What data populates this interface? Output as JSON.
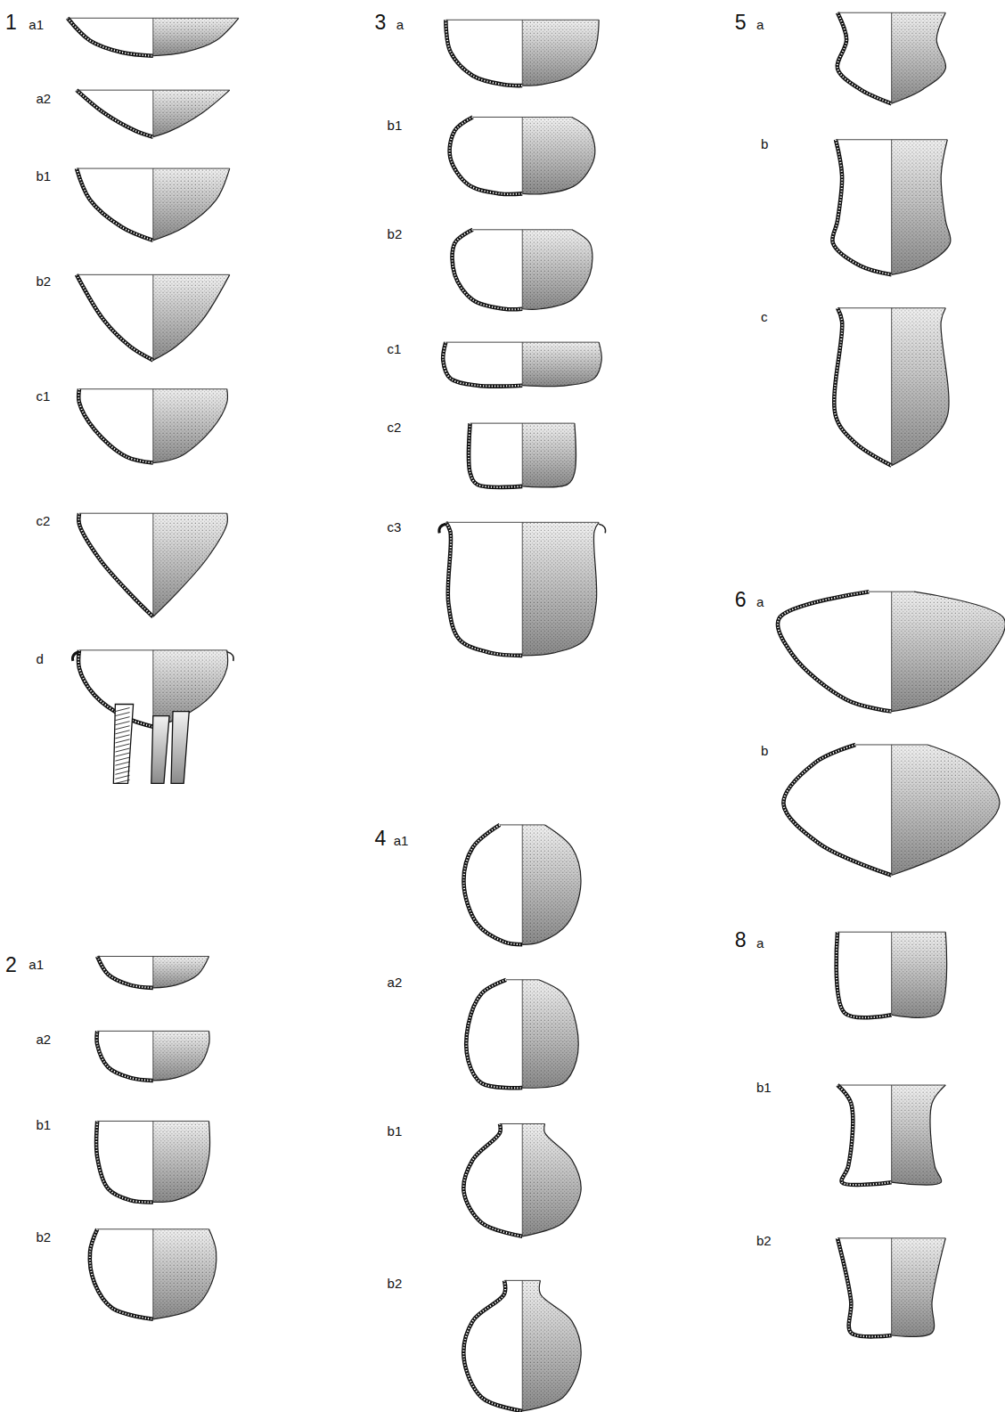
{
  "diagram": {
    "labels": [
      "1",
      "a1",
      "a2",
      "b1",
      "b2",
      "c1",
      "c2",
      "d",
      "2",
      "a1",
      "a2",
      "b1",
      "b2",
      "3",
      "a",
      "b1",
      "b2",
      "c1",
      "c2",
      "c3",
      "4",
      "a1",
      "a2",
      "b1",
      "b2",
      "5",
      "a",
      "b",
      "c",
      "6",
      "a",
      "b",
      "8",
      "a",
      "b1",
      "b2"
    ]
  }
}
